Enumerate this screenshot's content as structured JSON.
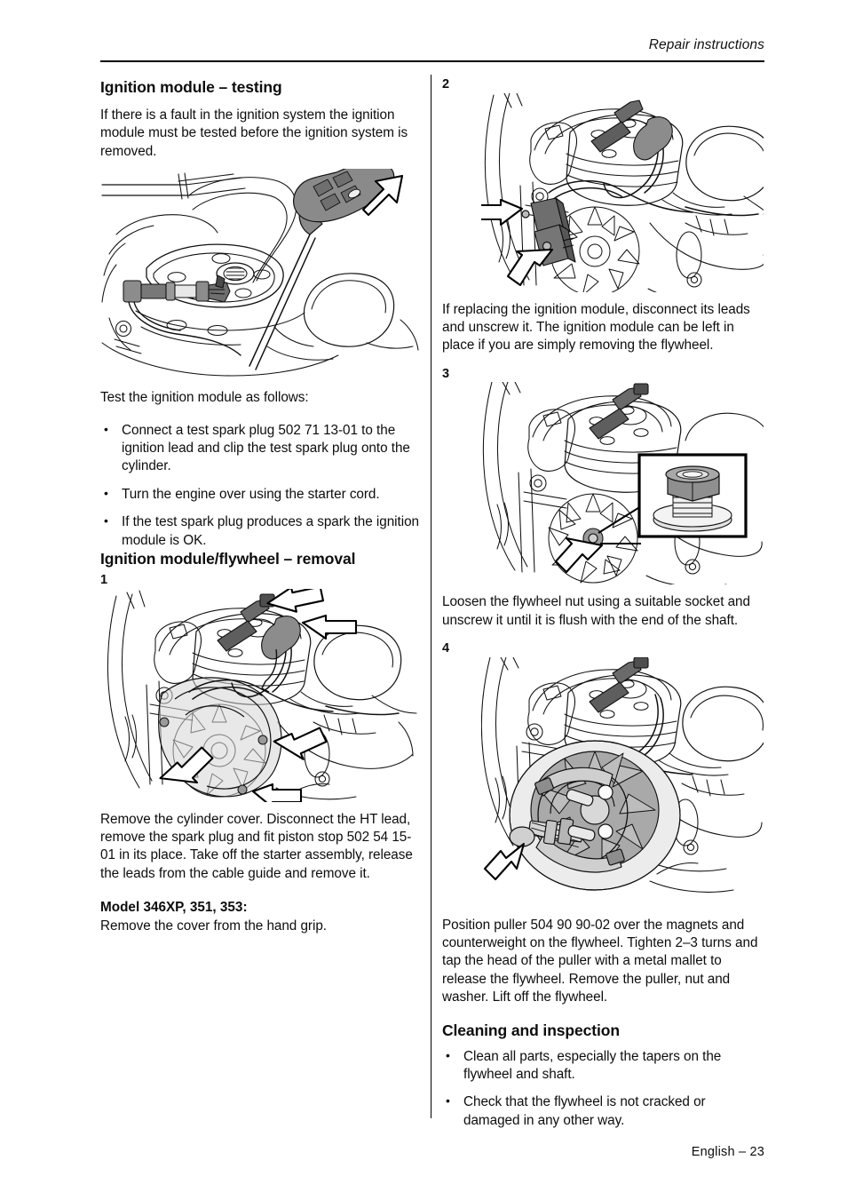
{
  "header": {
    "title": "Repair instructions"
  },
  "footer": {
    "text": "English – 23"
  },
  "left_column": {
    "section1": {
      "heading": "Ignition module – testing",
      "intro": "If there is a fault in the ignition system the ignition module must be tested before the ignition system is removed.",
      "figure_caption": "",
      "lead_in": "Test the ignition module as follows:",
      "bullets": [
        "Connect a test spark plug 502 71 13-01 to the ignition lead and clip the test spark plug onto the cylinder.",
        "Turn the engine over using the starter cord.",
        "If the test spark plug produces a spark the ignition module is OK."
      ]
    },
    "section2": {
      "heading": "Ignition module/flywheel – removal",
      "step_number": "1",
      "caption": "Remove the cylinder cover. Disconnect the HT lead, remove the spark plug and fit piston stop 502 54 15-01 in its place. Take off the starter assembly, release the leads from the cable guide and remove it.",
      "model_note_title": "Model 346XP, 351, 353:",
      "model_note_body": "Remove the cover from the hand grip."
    }
  },
  "right_column": {
    "step2": {
      "number": "2",
      "caption": "If replacing the ignition module, disconnect its leads and unscrew it. The ignition module can be left in place if you are simply removing the flywheel."
    },
    "step3": {
      "number": "3",
      "caption": "Loosen the flywheel nut using a suitable socket and unscrew it until it is flush with the end of the shaft."
    },
    "step4": {
      "number": "4",
      "caption": "Position puller 504 90 90-02 over the magnets and counterweight on the flywheel. Tighten 2–3 turns and tap the head of the puller with a metal mallet to release the flywheel. Remove the puller, nut and washer. Lift off the flywheel."
    },
    "section_cleaning": {
      "heading": "Cleaning and inspection",
      "bullets": [
        "Clean all parts, especially the tapers on the flywheel and shaft.",
        "Check that the flywheel is not cracked or damaged in any other way."
      ]
    }
  },
  "colors": {
    "ink": "#0d0d0d",
    "rule": "#000000",
    "part_gray": "#8c8c8c",
    "light_gray": "#d9d9d9",
    "mid_gray": "#b3b3b3"
  }
}
